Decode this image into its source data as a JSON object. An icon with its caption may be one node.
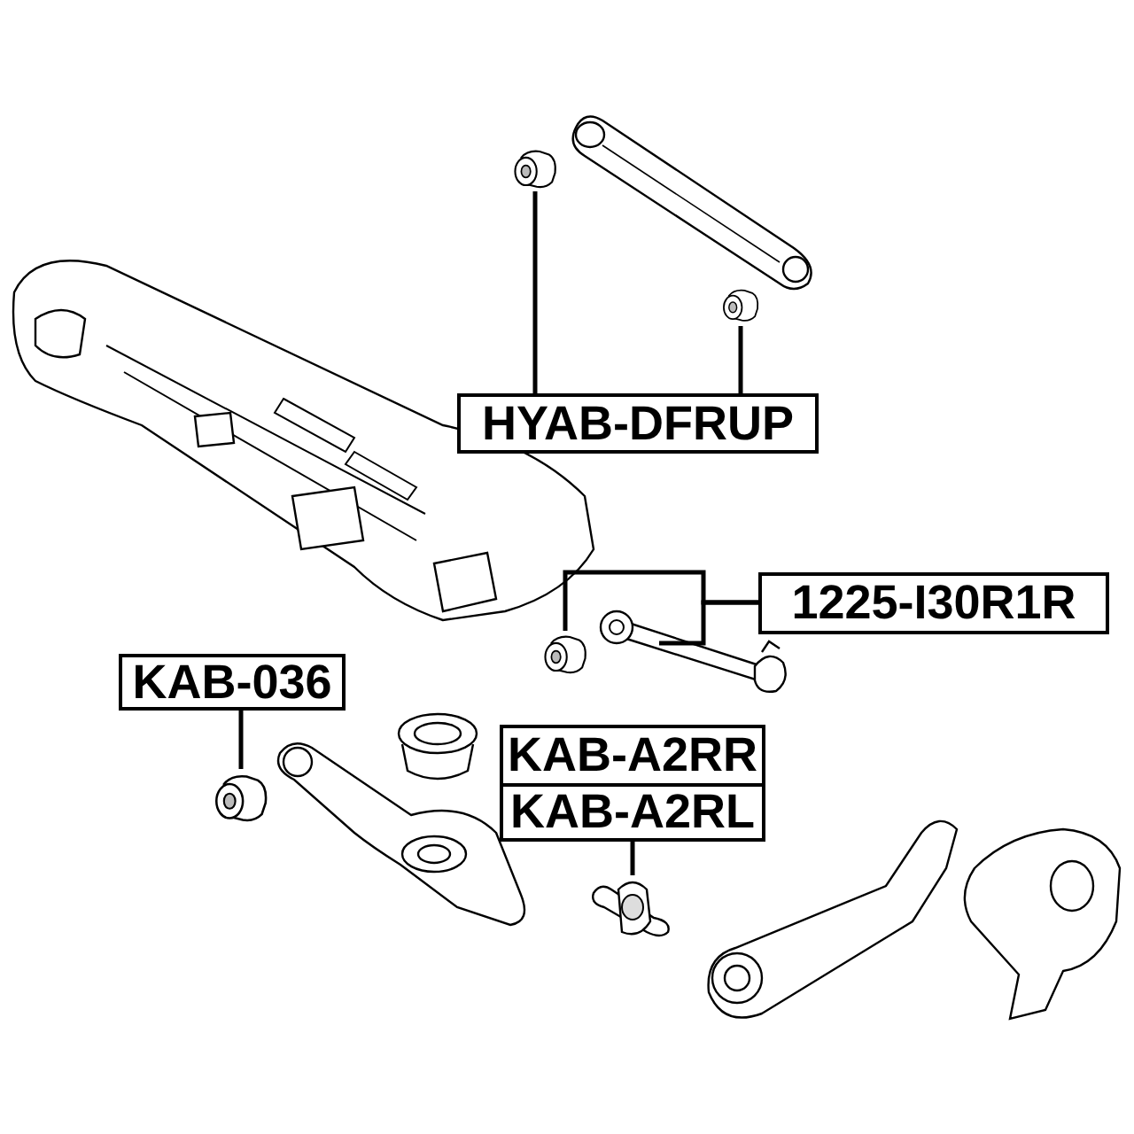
{
  "diagram": {
    "nodes": [
      {
        "text": [
          "HYAB-DFRUP"
        ]
      },
      {
        "text": [],
        "shape": "picture"
      },
      {
        "text": [],
        "shape": "picture"
      },
      {
        "text": [
          "1225-I30R1R"
        ]
      },
      {
        "text": [],
        "shape": "picture"
      },
      {
        "text": [],
        "shape": "picture"
      },
      {
        "text": [
          "KAB-036"
        ]
      },
      {
        "text": [],
        "shape": "picture"
      },
      {
        "text": [
          "KAB-A2RR"
        ]
      },
      {
        "text": [
          "KAB-A2RL"
        ]
      },
      {
        "text": [],
        "shape": "picture"
      }
    ],
    "edges": [
      {
        "from": 0,
        "to": 1,
        "arrow": "none"
      },
      {
        "from": 0,
        "to": 2,
        "arrow": "none"
      },
      {
        "from": 3,
        "to": 4,
        "arrow": "none"
      },
      {
        "from": 3,
        "to": 5,
        "arrow": "none"
      },
      {
        "from": 6,
        "to": 7,
        "arrow": "none"
      },
      {
        "from": 9,
        "to": 10,
        "arrow": "none"
      }
    ]
  }
}
